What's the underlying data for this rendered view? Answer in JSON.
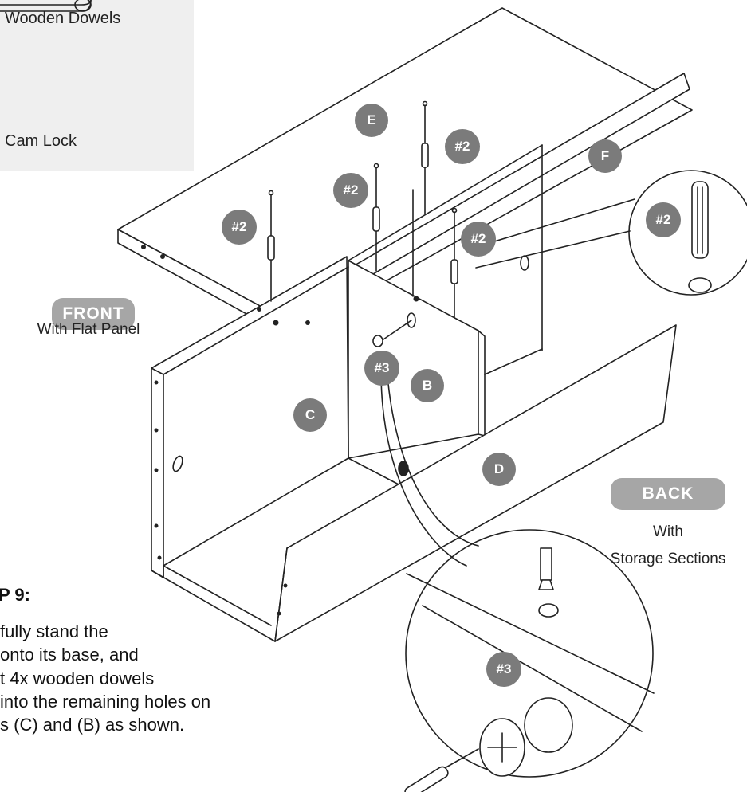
{
  "legend": {
    "wooden_dowels": "Wooden Dowels",
    "cam_lock": "Cam Lock"
  },
  "front": {
    "label": "FRONT",
    "subtitle": "With Flat Panel"
  },
  "back": {
    "label": "BACK",
    "subtitle_1": "With",
    "subtitle_2": "Storage Sections"
  },
  "step": {
    "title": "P 9:",
    "lines": [
      "fully stand the",
      "onto its base, and",
      "t 4x wooden dowels",
      "into the remaining holes on",
      "s (C) and (B) as shown."
    ]
  },
  "parts": {
    "E": "E",
    "F": "F",
    "C": "C",
    "B": "B",
    "D": "D"
  },
  "hardware": {
    "dowel": "#2",
    "cam": "#3"
  },
  "colors": {
    "badge": "#7b7b7b",
    "pill": "#a6a6a6",
    "legend_bg": "#efefef",
    "line": "#222222"
  }
}
